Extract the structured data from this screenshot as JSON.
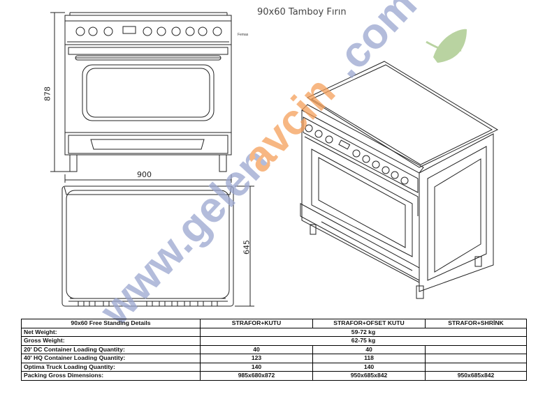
{
  "page": {
    "title": "90x60 Tamboy Fırın",
    "brand_mark": "Femas"
  },
  "dimensions": {
    "height": "878",
    "width": "900",
    "depth": "645"
  },
  "watermark": {
    "text_part1": "www.gelen",
    "text_part2": "avcin",
    "text_part3": ".com",
    "color_blue": "#9aa6cf",
    "color_orange": "#f5a05a",
    "color_green": "#a8c98a"
  },
  "table": {
    "headers": [
      "90x60 Free Standing Details",
      "STRAFOR+KUTU",
      "STRAFOR+OFSET KUTU",
      "STRAFOR+SHRİNK"
    ],
    "rows": [
      {
        "label": "Net Weight:",
        "merged": "59-72 kg"
      },
      {
        "label": "Gross Weight:",
        "merged": "62-75 kg"
      },
      {
        "label": "20' DC Container Loading Quantity:",
        "c1": "40",
        "c2": "40",
        "c3": ""
      },
      {
        "label": "40' HQ Container Loading Quantity:",
        "c1": "123",
        "c2": "118",
        "c3": ""
      },
      {
        "label": "Optima Truck Loading Quantity:",
        "c1": "140",
        "c2": "140",
        "c3": ""
      },
      {
        "label": "Packing Gross Dimensions:",
        "c1": "985x680x872",
        "c2": "950x685x842",
        "c3": "950x685x842"
      }
    ]
  }
}
